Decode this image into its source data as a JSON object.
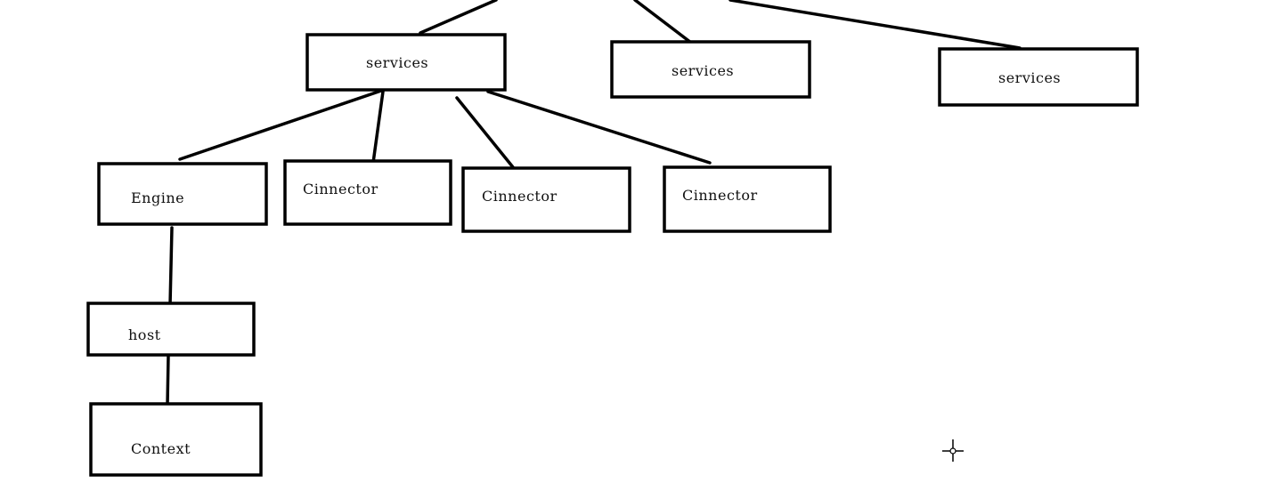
{
  "diagram": {
    "nodes": {
      "services_1": "services",
      "services_2": "services",
      "services_3": "services",
      "engine": "Engine",
      "connector_1": "Cinnector",
      "connector_2": "Cinnector",
      "connector_3": "Cinnector",
      "host": "host",
      "context": "Context"
    },
    "colors": {
      "stroke": "#000000",
      "background": "#ffffff",
      "text": "#111111"
    },
    "cursor": {
      "icon": "crosshair-cursor-icon"
    }
  }
}
